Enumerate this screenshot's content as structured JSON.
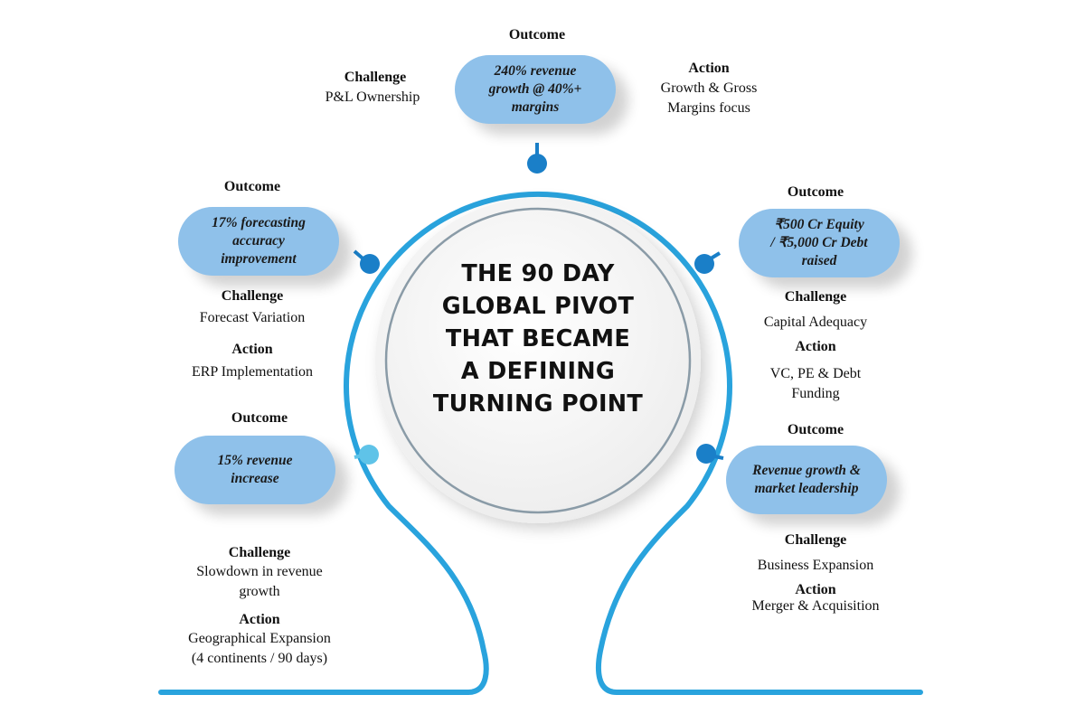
{
  "center": {
    "title_lines": [
      "THE 90 DAY",
      "GLOBAL PIVOT",
      "THAT BECAME",
      "A DEFINING",
      "TURNING POINT"
    ]
  },
  "colors": {
    "track": "#29a3dd",
    "node": "#1a7fc8",
    "node_light": "#5fc3e8",
    "pill": "#8fc1ea",
    "circle_fill": "#f1f1f1",
    "circle_ring": "#8a9ba7"
  },
  "milestones": [
    {
      "id": "top",
      "outcome_heading": "Outcome",
      "outcome_lines": [
        "240% revenue",
        "growth @ 40%+",
        "margins"
      ],
      "challenge_heading": "Challenge",
      "challenge_lines": [
        "P&L Ownership"
      ],
      "action_heading": "Action",
      "action_lines": [
        "Growth & Gross",
        "Margins focus"
      ]
    },
    {
      "id": "upper-left",
      "outcome_heading": "Outcome",
      "outcome_lines": [
        "17% forecasting",
        "accuracy",
        "improvement"
      ],
      "challenge_heading": "Challenge",
      "challenge_lines": [
        "Forecast Variation"
      ],
      "action_heading": "Action",
      "action_lines": [
        "ERP Implementation"
      ]
    },
    {
      "id": "lower-left",
      "outcome_heading": "Outcome",
      "outcome_lines": [
        "15% revenue",
        "increase"
      ],
      "challenge_heading": "Challenge",
      "challenge_lines": [
        "Slowdown in revenue",
        "growth"
      ],
      "action_heading": "Action",
      "action_lines": [
        "Geographical Expansion",
        "(4 continents / 90 days)"
      ]
    },
    {
      "id": "upper-right",
      "outcome_heading": "Outcome",
      "outcome_lines": [
        "₹500 Cr Equity",
        "/ ₹5,000 Cr Debt",
        "raised"
      ],
      "challenge_heading": "Challenge",
      "challenge_lines": [
        "Capital Adequacy"
      ],
      "action_heading": "Action",
      "action_lines": [
        "VC, PE & Debt",
        "Funding"
      ]
    },
    {
      "id": "lower-right",
      "outcome_heading": "Outcome",
      "outcome_lines": [
        "Revenue growth &",
        "market leadership"
      ],
      "challenge_heading": "Challenge",
      "challenge_lines": [
        "Business Expansion"
      ],
      "action_heading": "Action",
      "action_lines": [
        "Merger & Acquisition"
      ]
    }
  ]
}
